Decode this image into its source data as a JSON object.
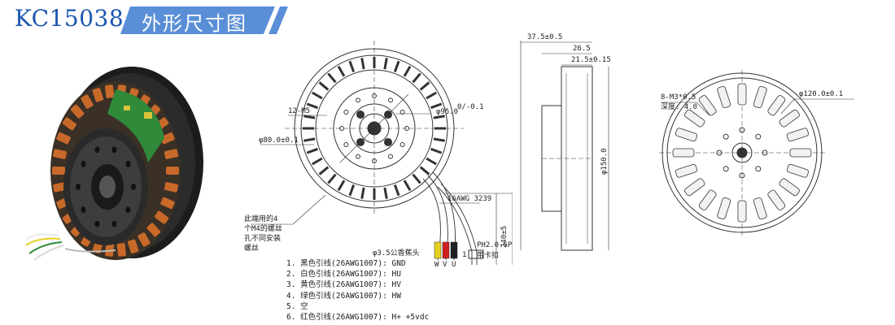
{
  "header": {
    "model_code": "KC15038",
    "title": "外形尺寸图",
    "accent_color": "#1a56b0"
  },
  "front_view": {
    "dim_holes": "12-M5",
    "dim_inner_dia": "φ80.0±0.1",
    "dim_flange_dia": "φ95.0",
    "dim_flange_tol": "0/-0.1",
    "dim_wire_spec": "16AWG 3239",
    "dim_connector": "PH2.0-6P",
    "dim_connector_note": "带卡扣",
    "dim_plug": "φ3.5公香蕉头",
    "dim_lead_len": "240±5",
    "note_lines": [
      "此端用的4",
      "个M4的螺丝",
      "孔不同安装",
      "螺丝"
    ],
    "phase_labels": [
      "W",
      "V",
      "U"
    ],
    "pin_label": "1"
  },
  "side_view": {
    "dim_total": "37.5±0.5",
    "dim_mid": "26.5",
    "dim_body": "21.5±0.15",
    "dim_outer_dia": "φ150.0"
  },
  "rear_view": {
    "dim_threads": "8-M3*0.5",
    "dim_depth": "深度: 4.0",
    "dim_pcd": "φ120.0±0.1"
  },
  "wire_legend": [
    "1. 黑色引线(26AWG1007): GND",
    "2. 白色引线(26AWG1007): HU",
    "3. 黄色引线(26AWG1007): HV",
    "4. 绿色引线(26AWG1007): HW",
    "5. 空",
    "6. 红色引线(26AWG1007): H+ +5vdc"
  ],
  "colors": {
    "wire_red": "#d02020",
    "wire_yellow": "#e8d020",
    "wire_black": "#202020",
    "copper": "#c8692a",
    "pcb_green": "#2f8a3a"
  }
}
